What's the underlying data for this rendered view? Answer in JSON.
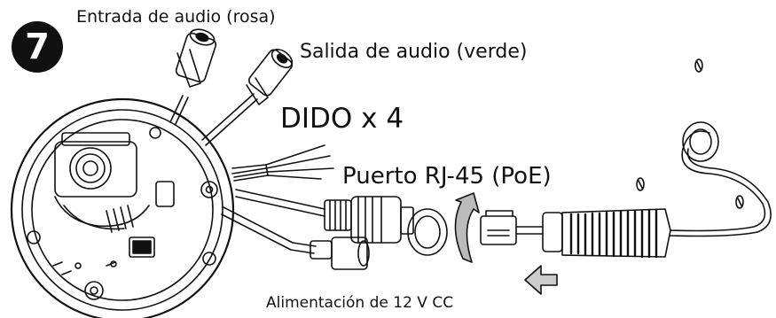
{
  "step": {
    "number": "7"
  },
  "labels": {
    "audio_in": "Entrada de audio (rosa)",
    "audio_out": "Salida de audio (verde)",
    "dido": "DIDO x 4",
    "rj45": "Puerto RJ-45 (PoE)",
    "power": "Alimentación de 12 V CC"
  }
}
